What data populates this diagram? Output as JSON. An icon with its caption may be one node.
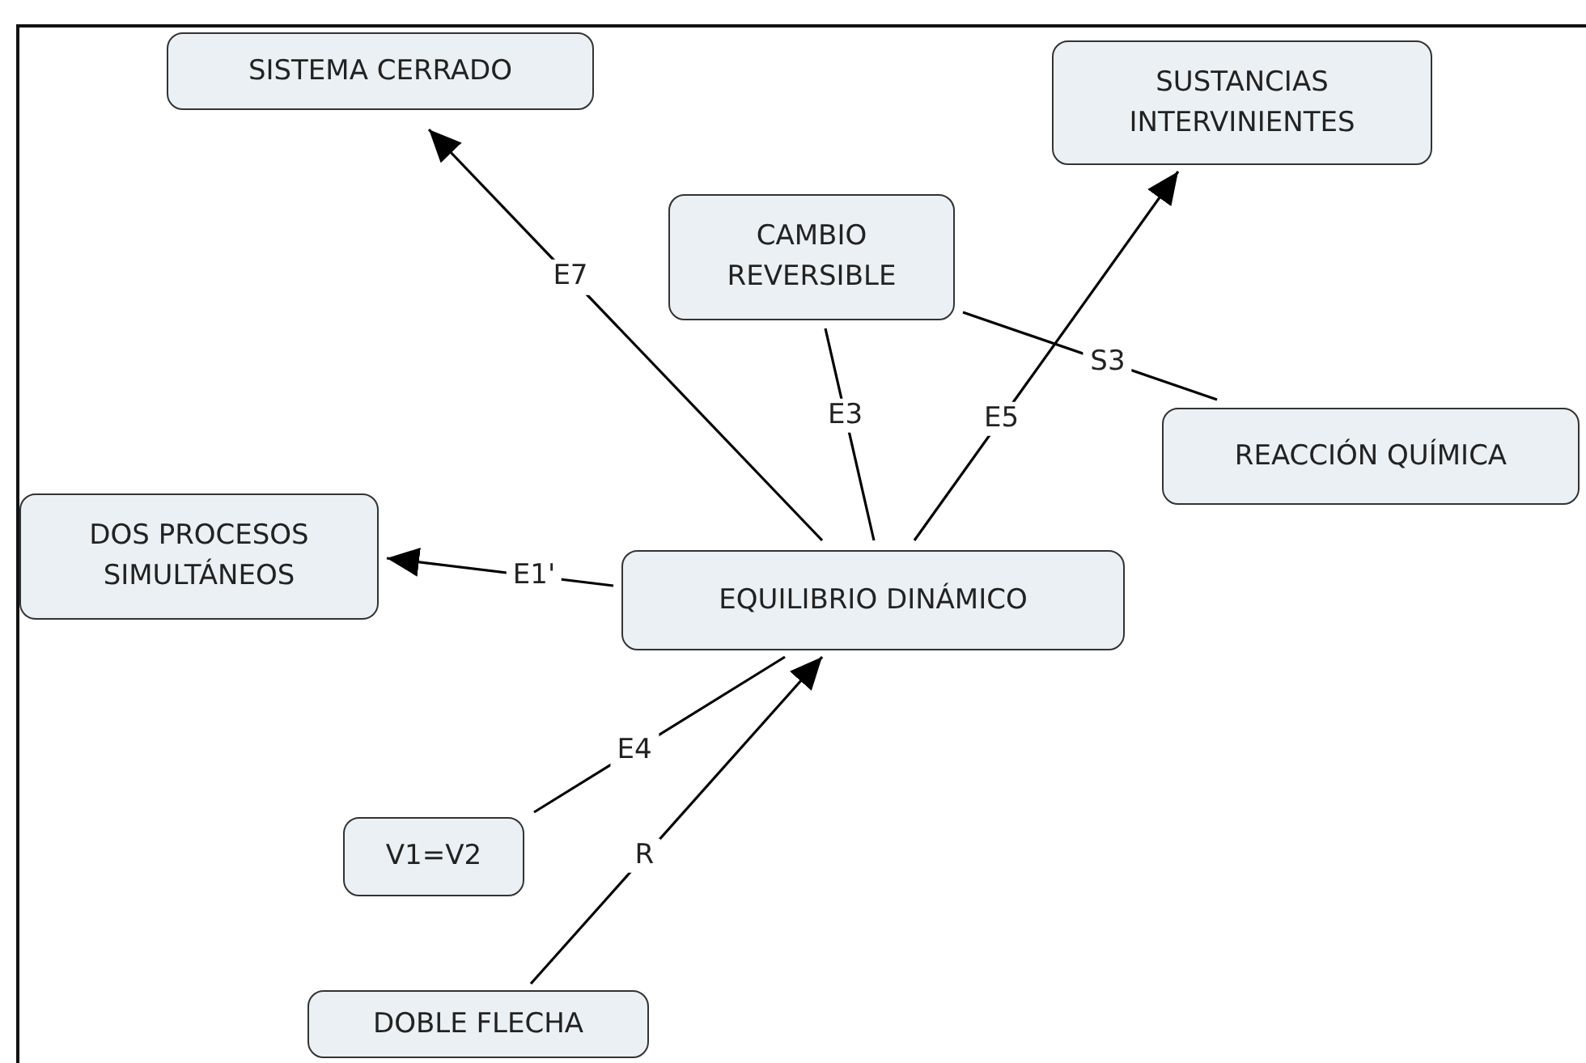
{
  "diagram": {
    "nodes": [
      {
        "text": [
          "SISTEMA CERRADO"
        ]
      },
      {
        "text": [
          "SUSTANCIAS INTERVINIENTES"
        ]
      },
      {
        "text": [
          "CAMBIO REVERSIBLE"
        ]
      },
      {
        "text": [
          "REACCIÓN QUÍMICA"
        ]
      },
      {
        "text": [
          "DOS PROCESOS SIMULTÁNEOS"
        ]
      },
      {
        "text": [
          "EQUILIBRIO DINÁMICO"
        ]
      },
      {
        "text": [
          "V1=V2"
        ]
      },
      {
        "text": [
          "DOBLE FLECHA"
        ]
      }
    ],
    "edges": [
      {
        "from": 5,
        "to": 0,
        "arrow": "to",
        "label": "E7"
      },
      {
        "from": 5,
        "to": 1,
        "arrow": "to",
        "label": "E5"
      },
      {
        "from": 5,
        "to": 2,
        "arrow": "none",
        "label": "E3"
      },
      {
        "from": 2,
        "to": 3,
        "arrow": "none",
        "label": "S3"
      },
      {
        "from": 5,
        "to": 4,
        "arrow": "to",
        "label": "E1'"
      },
      {
        "from": 6,
        "to": 5,
        "arrow": "none",
        "label": "E4"
      },
      {
        "from": 7,
        "to": 5,
        "arrow": "to",
        "label": "R"
      }
    ]
  }
}
